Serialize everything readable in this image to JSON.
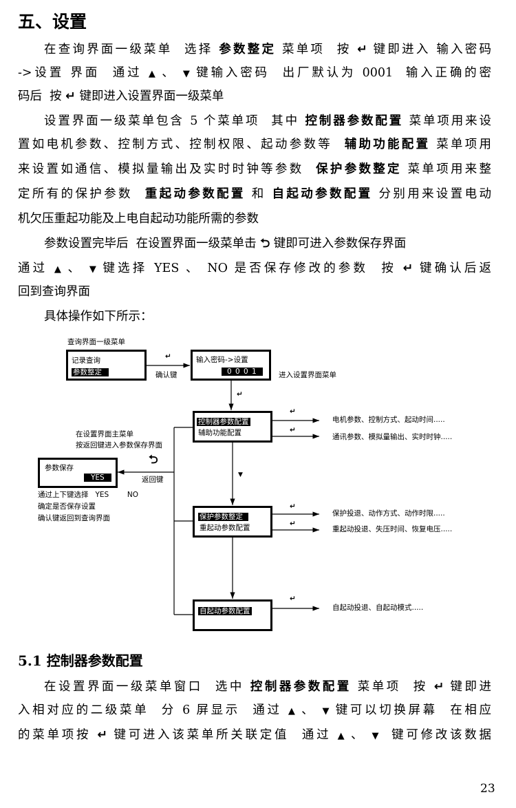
{
  "title": "五、设置",
  "paragraphs": [
    {
      "indent": true,
      "segs": [
        "在查询界面一级菜单  选择 ",
        {
          "b": "参数整定"
        },
        " 菜单项  按 ",
        {
          "i": "enter"
        },
        " 键即进入 输入密码"
      ]
    },
    {
      "segs": [
        "->设置 界面  通过 ",
        {
          "i": "up"
        },
        " 、 ",
        {
          "i": "down"
        },
        " 键输入密码  出厂默认为 0001  输入正确的密"
      ]
    },
    {
      "last": true,
      "segs": [
        "码后  按 ",
        {
          "i": "enter"
        },
        " 键即进入设置界面一级菜单"
      ]
    },
    {
      "indent": true,
      "segs": [
        "设置界面一级菜单包含 5 个菜单项  其中 ",
        {
          "b": "控制器参数配置"
        },
        " 菜单项用来设"
      ]
    },
    {
      "segs": [
        "置如电机参数、控制方式、控制权限、起动参数等  ",
        {
          "b": "辅助功能配置"
        },
        " 菜单项用"
      ]
    },
    {
      "segs": [
        "来设置如通信、模拟量输出及实时时钟等参数  ",
        {
          "b": "保护参数整定"
        },
        " 菜单项用来整"
      ]
    },
    {
      "segs": [
        "定所有的保护参数  ",
        {
          "b": "重起动参数配置"
        },
        " 和 ",
        {
          "b": "自起动参数配置"
        },
        " 分别用来设置电动"
      ]
    },
    {
      "last": true,
      "segs": [
        "机欠压重起功能及上电自起动功能所需的参数"
      ]
    },
    {
      "indent": true,
      "last": true,
      "segs": [
        "参数设置完毕后  在设置界面一级菜单击 ",
        {
          "i": "back"
        },
        " 键即可进入参数保存界面"
      ]
    },
    {
      "segs": [
        "通过 ",
        {
          "i": "up"
        },
        " 、 ",
        {
          "i": "down"
        },
        " 键选择 YES 、 NO 是否保存修改的参数  按 ",
        {
          "i": "enter"
        },
        " 键确认后返"
      ]
    },
    {
      "last": true,
      "segs": [
        "回到查询界面"
      ]
    },
    {
      "indent": true,
      "last": true,
      "segs": [
        "具体操作如下所示："
      ]
    }
  ],
  "diagram": {
    "query_menu_label": "查询界面一级菜单",
    "query_items": [
      "记录查询",
      "参数整定"
    ],
    "confirm_key": "确认键",
    "password_prompt": "输入密码->设置",
    "password_value": "0 0 0 1",
    "enter_settings": "进入设置界面菜单",
    "main_menu_note": [
      "在设置界面主菜单",
      "按返回键进入参数保存界面"
    ],
    "back_key": "返回键",
    "save_title": "参数保存",
    "save_value": "YES",
    "save_notes": [
      "通过上下键选择   YES        NO",
      "确定是否保存设置",
      "确认键返回到查询界面"
    ],
    "menu1": [
      "控制器参数配置",
      "辅助功能配置"
    ],
    "menu2": [
      "保护参数整定",
      "重起动参数配置"
    ],
    "menu3": [
      "自起动参数配置"
    ],
    "desc": [
      "电机参数、控制方式、起动时间.....",
      "通讯参数、模拟量输出、实时时钟.....",
      "保护投退、动作方式、动作时限.....",
      "重起动投退、失压时间、恢复电压.....",
      "自起动投退、自起动模式....."
    ]
  },
  "section_heading": "5.1 控制器参数配置",
  "section_paragraphs": [
    {
      "indent": true,
      "segs": [
        "在设置界面一级菜单窗口  选中 ",
        {
          "b": "控制器参数配置"
        },
        " 菜单项  按 ",
        {
          "i": "enter"
        },
        " 键即进"
      ]
    },
    {
      "segs": [
        "入相对应的二级菜单  分 6 屏显示  通过 ",
        {
          "i": "up"
        },
        " 、 ",
        {
          "i": "down"
        },
        " 键可以切换屏幕  在相应"
      ]
    },
    {
      "segs": [
        "的菜单项按 ",
        {
          "i": "enter"
        },
        " 键可进入该菜单所关联定值  通过 ",
        {
          "i": "up"
        },
        " 、 ",
        {
          "i": "down"
        },
        "  键可修改该数据"
      ]
    }
  ],
  "page_number": "23",
  "icons": {
    "enter": "↵",
    "up": "▲",
    "down": "▼",
    "back": "⮌"
  }
}
